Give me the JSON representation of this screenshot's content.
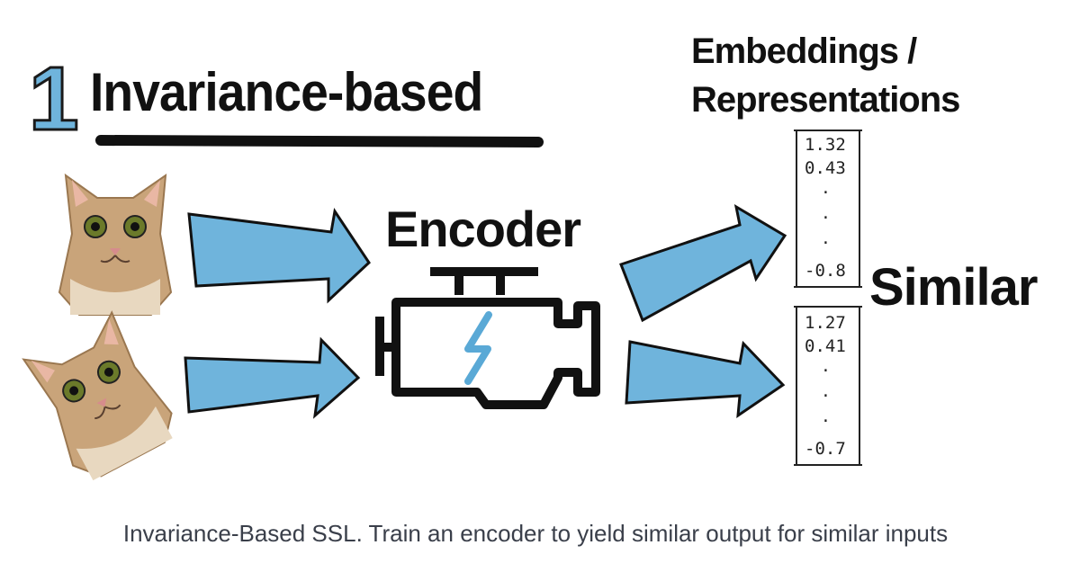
{
  "diagram": {
    "step_number": "1",
    "heading": "Invariance-based",
    "encoder_label": "Encoder",
    "embeddings_title_line1": "Embeddings /",
    "embeddings_title_line2": "Representations",
    "similar_label": "Similar",
    "vector_top": {
      "first": "1.32",
      "second": "0.43",
      "last": "-0.8"
    },
    "vector_bottom": {
      "first": "1.27",
      "second": "0.41",
      "last": "-0.7"
    },
    "colors": {
      "arrow": "#6fb4dc",
      "bolt": "#5aa9d6",
      "ink": "#111111"
    },
    "icons": [
      "cat-photo",
      "cat-photo-rotated",
      "engine-icon",
      "lightning-icon"
    ]
  },
  "caption": "Invariance-Based SSL. Train an encoder to yield similar output for similar inputs"
}
